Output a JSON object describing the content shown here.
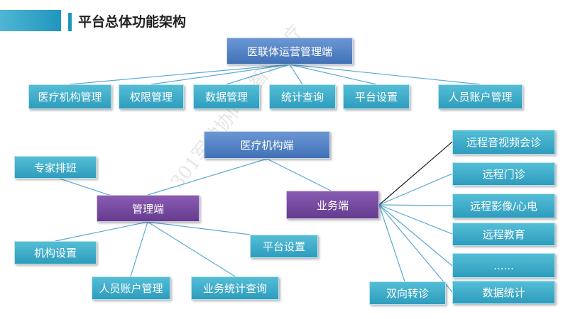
{
  "header": {
    "title": "平台总体功能架构",
    "accent_color": "#1f96bd"
  },
  "watermark": "301军地协同一智慧医疗",
  "diagram": {
    "top_root": "医联体运营管理端",
    "top_children": [
      "医疗机构管理",
      "权限管理",
      "数据管理",
      "统计查询",
      "平台设置",
      "人员账户管理"
    ],
    "mid_root": "医疗机构端",
    "management": {
      "label": "管理端",
      "children": [
        "专家排班",
        "机构设置",
        "人员账户管理",
        "业务统计查询",
        "平台设置"
      ]
    },
    "business": {
      "label": "业务端",
      "children": [
        "远程音视频会诊",
        "远程门诊",
        "远程影像/心电",
        "远程教育",
        "......",
        "数据统计",
        "双向转诊"
      ]
    }
  },
  "colors": {
    "teal": "#2e9cbd",
    "blue": "#4171b6",
    "purple": "#643b8f",
    "connector": "#5aa9d6",
    "connector_dark": "#1a1a1a"
  }
}
